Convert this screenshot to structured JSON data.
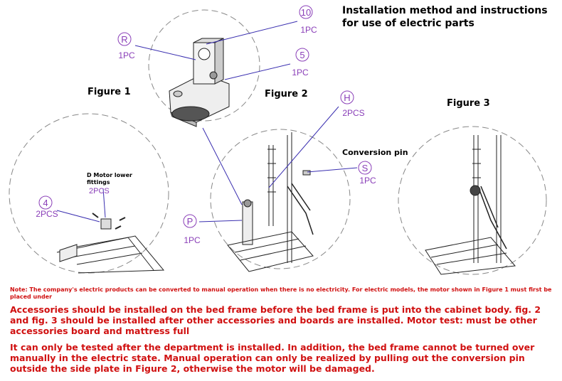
{
  "title": "Installation method and instructions for use of electric parts",
  "figures": {
    "fig1": "Figure 1",
    "fig2": "Figure 2",
    "fig3": "Figure 3"
  },
  "callouts": {
    "c10": {
      "num": "10",
      "qty": "1PC"
    },
    "cR": {
      "num": "R",
      "qty": "1PC"
    },
    "c5": {
      "num": "5",
      "qty": "1PC"
    },
    "cH": {
      "num": "H",
      "qty": "2PCS"
    },
    "cS": {
      "num": "S",
      "qty": "1PC"
    },
    "c4": {
      "num": "4",
      "qty": "2PCS"
    },
    "cP": {
      "num": "P",
      "qty": "1PC"
    }
  },
  "labels": {
    "d_motor_line1": "D Motor lower",
    "d_motor_line2": "fittings",
    "d_motor_qty": "2PCS",
    "conversion_pin": "Conversion pin"
  },
  "note": "Note: The company's electric products can be converted to manual operation when there is no electricity. For electric models, the motor shown in Figure 1 must first be placed under",
  "paragraph1": "Accessories should be installed on the bed frame before the bed frame is put into the cabinet body. fig. 2 and fig. 3 should be installed after other accessories and boards are installed. Motor test: must be other accessories board and mattress full",
  "paragraph2": "It can only be tested after the department is installed. In addition, the bed frame cannot be turned over manually in the electric state. Manual operation can only be realized by pulling out the conversion pin outside the side plate in Figure 2, otherwise the motor will be damaged.",
  "colors": {
    "callout": "#8a3fb8",
    "leader": "#3a2fb0",
    "text_red": "#d01010",
    "dashed": "#888888"
  }
}
